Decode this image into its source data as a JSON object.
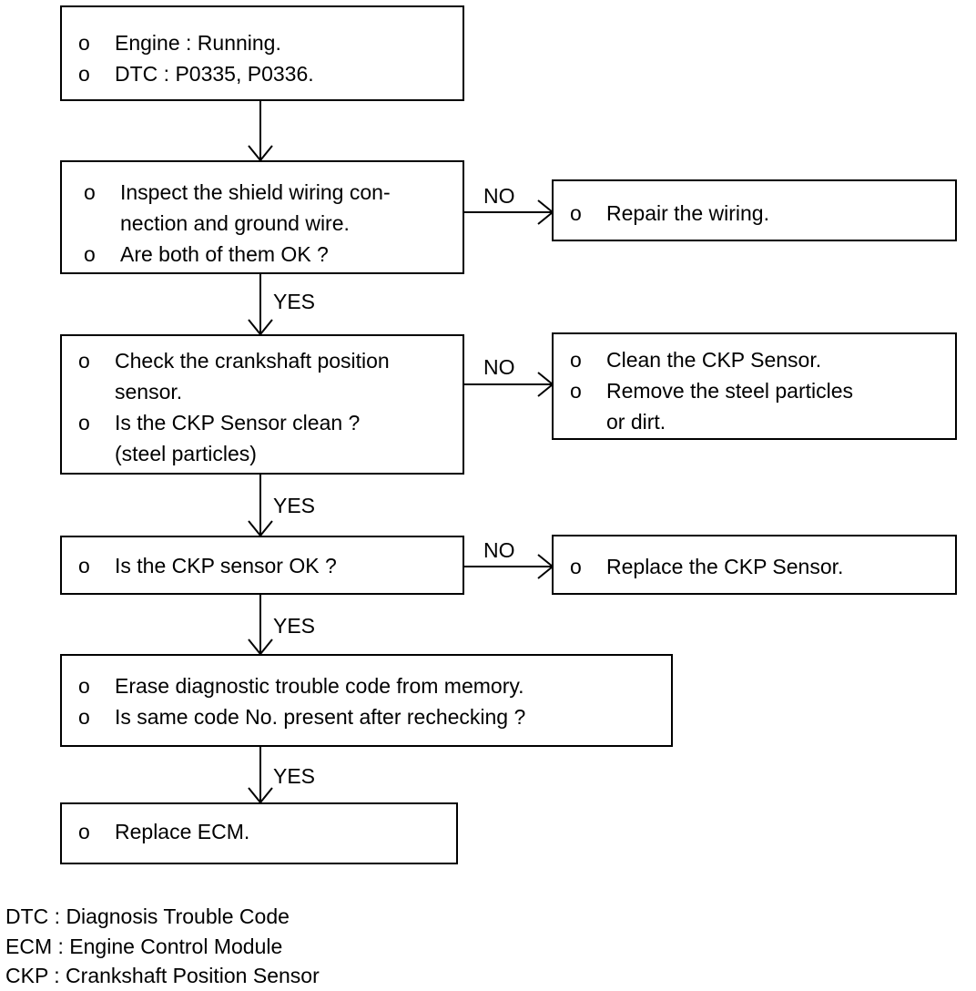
{
  "boxes": {
    "start": {
      "lines": [
        {
          "marker": "o",
          "text": "Engine : Running."
        },
        {
          "marker": "o",
          "text": "DTC : P0335, P0336."
        }
      ]
    },
    "shield_check": {
      "lines": [
        {
          "marker": "o",
          "text": "Inspect the shield wiring con-",
          "cont": "nection and ground wire."
        },
        {
          "marker": "o",
          "text": "Are both of them OK ?"
        }
      ]
    },
    "repair_wiring": {
      "lines": [
        {
          "marker": "o",
          "text": "Repair the wiring."
        }
      ]
    },
    "ckp_clean_check": {
      "lines": [
        {
          "marker": "o",
          "text": "Check the crankshaft position",
          "cont": "sensor."
        },
        {
          "marker": "o",
          "text": "Is the CKP Sensor clean ?",
          "cont": "(steel particles)"
        }
      ]
    },
    "clean_ckp": {
      "lines": [
        {
          "marker": "o",
          "text": "Clean the CKP Sensor."
        },
        {
          "marker": "o",
          "text": "Remove the steel particles",
          "cont": "or dirt."
        }
      ]
    },
    "ckp_ok_check": {
      "lines": [
        {
          "marker": "o",
          "text": "Is the CKP sensor OK ?"
        }
      ]
    },
    "replace_ckp": {
      "lines": [
        {
          "marker": "o",
          "text": "Replace the CKP Sensor."
        }
      ]
    },
    "erase_dtc": {
      "lines": [
        {
          "marker": "o",
          "text": "Erase diagnostic trouble code from memory."
        },
        {
          "marker": "o",
          "text": "Is same code No. present after rechecking ?"
        }
      ]
    },
    "replace_ecm": {
      "lines": [
        {
          "marker": "o",
          "text": "Replace ECM."
        }
      ]
    }
  },
  "edge_labels": {
    "yes": "YES",
    "no": "NO"
  },
  "legend": [
    "DTC : Diagnosis Trouble Code",
    "ECM : Engine Control Module",
    "CKP : Crankshaft Position Sensor"
  ]
}
